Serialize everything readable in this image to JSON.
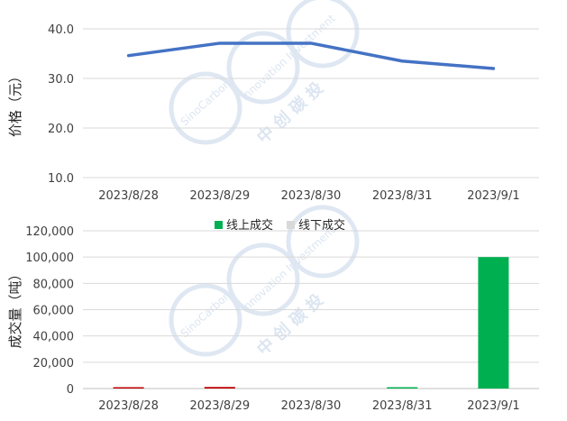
{
  "watermark": {
    "brand_en": "SinoCarbon",
    "slogan_en": "Innovation Investment",
    "brand_cn": "中 创 碳 投"
  },
  "chart_data": [
    {
      "type": "line",
      "categories": [
        "2023/8/28",
        "2023/8/29",
        "2023/8/30",
        "2023/8/31",
        "2023/9/1"
      ],
      "series": [
        {
          "values": [
            34.6,
            37.1,
            37.1,
            33.5,
            32.0
          ],
          "color": "#4472c4"
        }
      ],
      "ylabel": "价格（元）",
      "ylim": [
        10,
        40
      ],
      "yticks": [
        10,
        20,
        30,
        40
      ],
      "ytick_labels": [
        "10.0",
        "20.0",
        "30.0",
        "40.0"
      ],
      "grid": true
    },
    {
      "type": "bar",
      "categories": [
        "2023/8/28",
        "2023/8/29",
        "2023/8/30",
        "2023/8/31",
        "2023/9/1"
      ],
      "series": [
        {
          "name": "线上成交",
          "values": [
            null,
            null,
            0,
            500,
            100000
          ],
          "color": "#00b050"
        },
        {
          "name": "线下成交",
          "values": [
            null,
            null,
            0,
            null,
            null
          ],
          "color": "#d9d9d9"
        },
        {
          "values": [
            500,
            1200,
            null,
            null,
            null
          ],
          "color": "#c00000"
        }
      ],
      "ylabel": "成交量（吨）",
      "ylim": [
        0,
        120000
      ],
      "yticks": [
        0,
        20000,
        40000,
        60000,
        80000,
        100000,
        120000
      ],
      "ytick_labels": [
        "0",
        "20,000",
        "40,000",
        "60,000",
        "80,000",
        "100,000",
        "120,000"
      ],
      "legend": "top-center",
      "grid": true
    }
  ]
}
